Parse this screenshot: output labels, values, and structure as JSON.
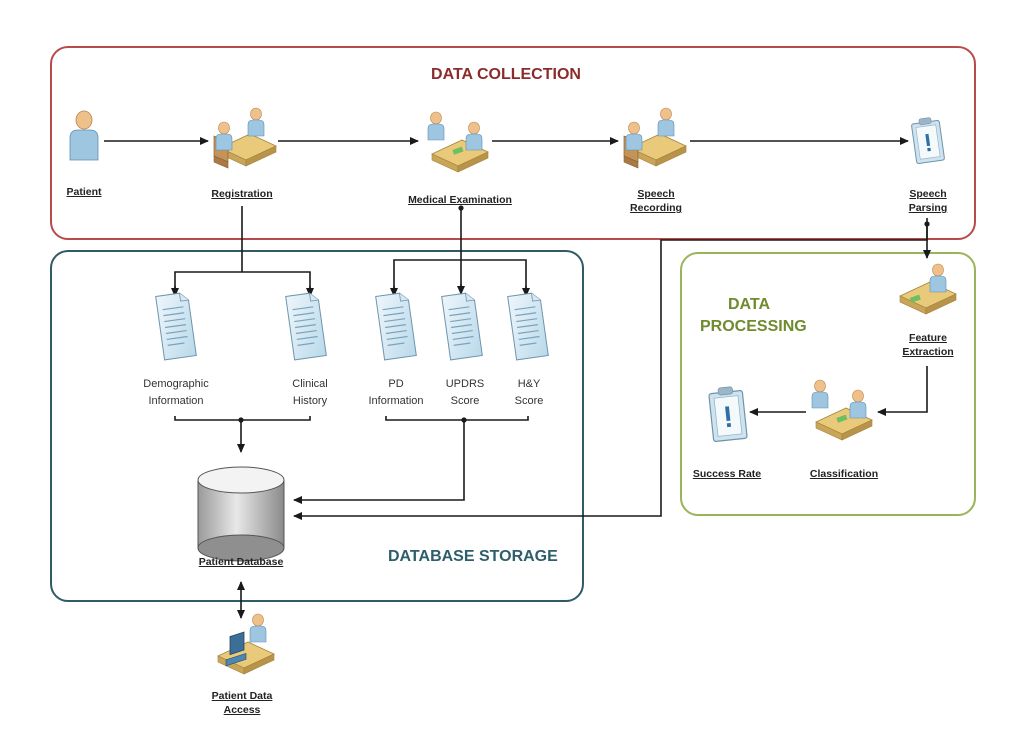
{
  "colors": {
    "data_collection_border": "#b94a4a",
    "data_collection_title": "#8b2c2c",
    "database_storage_border": "#2f5a66",
    "database_storage_title": "#2e5e6b",
    "data_processing_border": "#9bb35a",
    "data_processing_title": "#6f8b2d",
    "connector": "#1a1a1a"
  },
  "sections": {
    "data_collection": "DATA COLLECTION",
    "database_storage": "DATABASE STORAGE",
    "data_processing_line1": "DATA",
    "data_processing_line2": "PROCESSING"
  },
  "nodes": {
    "patient": "Patient",
    "registration": "Registration",
    "medical_examination": "Medical Examination",
    "speech_recording_1": "Speech",
    "speech_recording_2": "Recording",
    "speech_parsing_1": "Speech",
    "speech_parsing_2": "Parsing",
    "feature_extraction_1": "Feature",
    "feature_extraction_2": "Extraction",
    "classification": "Classification",
    "success_rate": "Success Rate",
    "patient_database": "Patient Database",
    "patient_data_access_1": "Patient Data",
    "patient_data_access_2": "Access"
  },
  "documents": {
    "demographic_1": "Demographic",
    "demographic_2": "Information",
    "clinical_1": "Clinical",
    "clinical_2": "History",
    "pd_1": "PD",
    "pd_2": "Information",
    "updrs_1": "UPDRS",
    "updrs_2": "Score",
    "hy_1": "H&Y",
    "hy_2": "Score"
  },
  "icons": {
    "patient": "person-icon",
    "registration": "desk-meeting-icon",
    "medical_examination": "consultation-icon",
    "speech_recording": "desk-meeting-icon",
    "speech_parsing": "clipboard-alert-icon",
    "feature_extraction": "consultation-icon",
    "classification": "consultation-icon",
    "success_rate": "clipboard-alert-icon",
    "patient_database": "database-cylinder-icon",
    "patient_data_access": "computer-desk-icon",
    "document": "document-icon"
  }
}
